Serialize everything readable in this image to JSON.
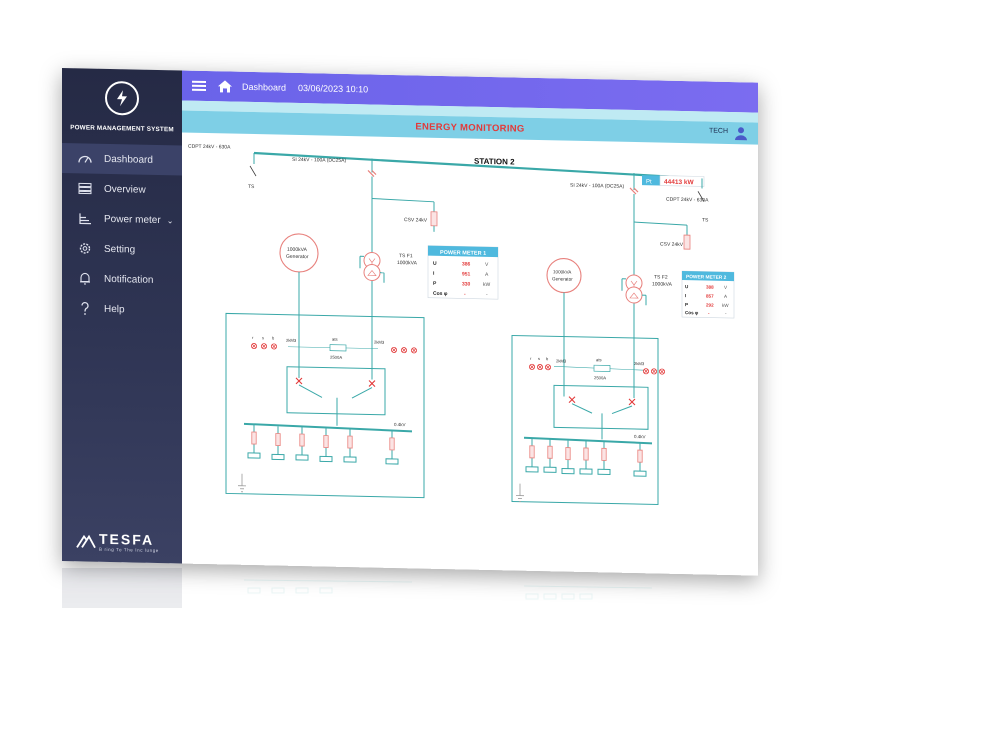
{
  "app": {
    "system_title": "POWER MANAGEMENT SYSTEM",
    "brand_name": "TESFA",
    "brand_tagline": "B ring To The Inc lunge"
  },
  "sidebar": {
    "items": [
      {
        "label": "Dashboard",
        "icon": "gauge-icon",
        "active": true
      },
      {
        "label": "Overview",
        "icon": "list-icon",
        "active": false
      },
      {
        "label": "Power meter",
        "icon": "tree-icon",
        "active": false,
        "has_submenu": true
      },
      {
        "label": "Setting",
        "icon": "gear-icon",
        "active": false
      },
      {
        "label": "Notification",
        "icon": "bell-icon",
        "active": false
      },
      {
        "label": "Help",
        "icon": "question-icon",
        "active": false
      }
    ]
  },
  "topbar": {
    "page": "Dashboard",
    "datetime": "03/06/2023 10:10"
  },
  "monitor": {
    "title": "ENERGY MONITORING",
    "role": "TECH"
  },
  "diagram": {
    "station": "STATION 2",
    "total_power_label": "Pt",
    "total_power_value": "44413 kW",
    "left": {
      "cdpt": "CDPT 24kV - 630A",
      "ts": "TS",
      "si": "SI 24kV - 100A (DC25A)",
      "csv": "CSV 24kV",
      "generator": [
        "1000kVA",
        "Generator"
      ],
      "transformer": [
        "TS F1",
        "1000kVA"
      ],
      "ats": [
        "ats",
        "2500A"
      ],
      "kv": "2kM3",
      "kv2": "2kM3",
      "bus": "0.4kV",
      "rst": [
        "r",
        "s",
        "b"
      ]
    },
    "right": {
      "si": "SI 24kV - 100A (DC25A)",
      "cdpt": "CDPT 24kV - 630A",
      "ts": "TS",
      "csv": "CSV 24kV",
      "generator": [
        "1000kVA",
        "Generator"
      ],
      "transformer": [
        "TS F2",
        "1000kVA"
      ],
      "ats": [
        "ats",
        "2500A"
      ],
      "kv": "2kM3",
      "kv2": "2kM3",
      "bus": "0.4kV",
      "rst": [
        "r",
        "s",
        "b"
      ]
    },
    "meter1": {
      "title": "POWER METER 1",
      "rows": [
        {
          "k": "U",
          "v": "386",
          "u": "V"
        },
        {
          "k": "I",
          "v": "951",
          "u": "A"
        },
        {
          "k": "P",
          "v": "330",
          "u": "kW"
        },
        {
          "k": "Cos φ",
          "v": "-",
          "u": "-"
        }
      ]
    },
    "meter2": {
      "title": "POWER METER 2",
      "rows": [
        {
          "k": "U",
          "v": "388",
          "u": "V"
        },
        {
          "k": "I",
          "v": "857",
          "u": "A"
        },
        {
          "k": "P",
          "v": "292",
          "u": "kW"
        },
        {
          "k": "Cos φ",
          "v": "-",
          "u": "-"
        }
      ]
    }
  },
  "colors": {
    "sidebar": "#2f3554",
    "topbar": "#6f66ec",
    "monbar": "#7ecfe6",
    "line_teal": "#3aa8a8",
    "alert_red": "#e23a3a",
    "meter_header": "#4fb9de"
  }
}
